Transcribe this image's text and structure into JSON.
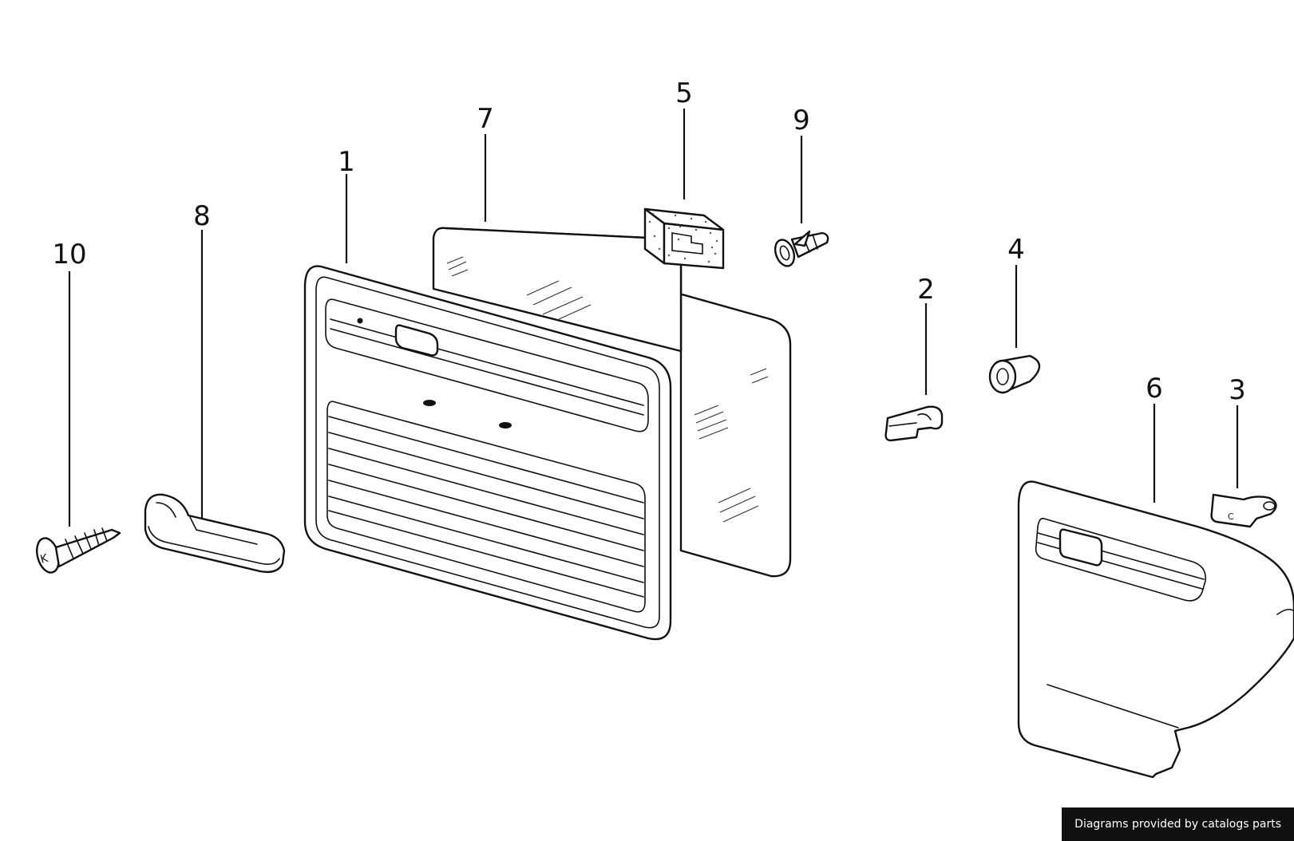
{
  "credit_text": "Diagrams provided by catalogs parts",
  "callouts": {
    "c1": "1",
    "c2": "2",
    "c3": "3",
    "c4": "4",
    "c5": "5",
    "c6": "6",
    "c7": "7",
    "c8": "8",
    "c9": "9",
    "c10": "10"
  },
  "screw_head_mark": "K",
  "clip3_mark": "C"
}
